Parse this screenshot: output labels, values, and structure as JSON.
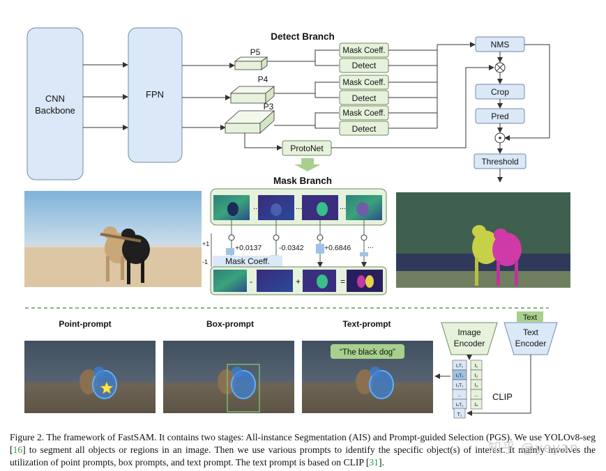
{
  "stage1": {
    "backbone_line1": "CNN",
    "backbone_line2": "Backbone",
    "fpn": "FPN",
    "detect_branch_title": "Detect Branch",
    "p5": "P5",
    "p4": "P4",
    "p3": "P3",
    "mask_coeff": "Mask Coeff.",
    "detect": "Detect",
    "protonet": "ProtoNet",
    "nms": "NMS",
    "crop": "Crop",
    "pred": "Pred",
    "threshold": "Threshold",
    "mask_branch_title": "Mask Branch",
    "coeff_1": "+0.0137",
    "coeff_2": "-0.0342",
    "coeff_3": "+0.6846",
    "coeff_more": "...",
    "ellipsis": "...",
    "scale_top": "+1",
    "scale_bottom": "-1",
    "op_minus": "-",
    "op_plus": "+",
    "op_equals": "="
  },
  "stage2": {
    "point_prompt": "Point-prompt",
    "box_prompt": "Box-prompt",
    "text_prompt": "Text-prompt",
    "text_query": "“The black dog”",
    "image_encoder_line1": "Image",
    "image_encoder_line2": "Encoder",
    "text_tag": "Text",
    "text_encoder_line1": "Text",
    "text_encoder_line2": "Encoder",
    "clip": "CLIP",
    "matrix_left": [
      "I₁T₁",
      "I₂T₁",
      "I₃T₁",
      "...",
      "IₙT₁"
    ],
    "matrix_right": [
      "I₁",
      "I₂",
      "I₃",
      "...",
      "Iₙ"
    ],
    "t1": "T₁"
  },
  "caption": {
    "part1": "Figure 2. The framework of FastSAM. It contains two stages: All-instance Segmentation (AIS) and Prompt-guided Selection (PGS). We use YOLOv8-seg [",
    "ref1": "16",
    "part2": "] to segment all objects or regions in an image. Then we use various prompts to identify the specific object(s) of interest. It mainly involves the utilization of point prompts, box prompts, and text prompt. The text prompt is based on CLIP [",
    "ref2": "31",
    "part3": "]."
  },
  "watermark": "知乎 @yeyan",
  "colors": {
    "blue_box": "#dbe8f7",
    "green_box": "#e6f2dc",
    "green_stroke": "#6e8a5e",
    "blue_stroke": "#6f88a8",
    "dashed_divider": "#3b8a3b",
    "ref_green": "#2e9a3e"
  }
}
